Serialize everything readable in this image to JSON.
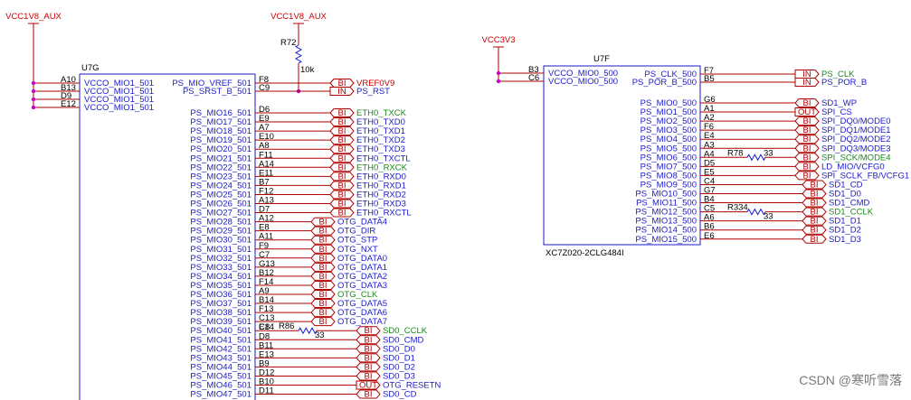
{
  "watermark": "CSDN @寒听雪落",
  "left_part": {
    "ref": "U7G",
    "power_pins": [
      {
        "pin": "A10",
        "name": "VCCO_MIO1_501"
      },
      {
        "pin": "B13",
        "name": "VCCO_MIO1_501"
      },
      {
        "pin": "D9",
        "name": "VCCO_MIO1_501"
      },
      {
        "pin": "E12",
        "name": "VCCO_MIO1_501"
      }
    ],
    "power_net_1": "VCC1V8_AUX",
    "power_net_2": "VCC1V8_AUX",
    "resistor_ref": "R72",
    "resistor_val": "10k",
    "special_pins": [
      {
        "pin": "F8",
        "name": "PS_MIO_VREF_501",
        "dir": "BI",
        "net": "VREF0V9",
        "color": "red"
      },
      {
        "pin": "C9",
        "name": "PS_SRST_B_501",
        "dir": "IN",
        "net": "PS_RST",
        "color": "blue"
      }
    ],
    "io_pins": [
      {
        "pin": "D6",
        "name": "PS_MIO16_501",
        "dir": "BI",
        "net": "ETH0_TXCK",
        "color": "green"
      },
      {
        "pin": "E9",
        "name": "PS_MIO17_501",
        "dir": "BI",
        "net": "ETH0_TXD0",
        "color": "blue"
      },
      {
        "pin": "A7",
        "name": "PS_MIO18_501",
        "dir": "BI",
        "net": "ETH0_TXD1",
        "color": "blue"
      },
      {
        "pin": "E10",
        "name": "PS_MIO19_501",
        "dir": "BI",
        "net": "ETH0_TXD2",
        "color": "blue"
      },
      {
        "pin": "A8",
        "name": "PS_MIO20_501",
        "dir": "BI",
        "net": "ETH0_TXD3",
        "color": "blue"
      },
      {
        "pin": "F11",
        "name": "PS_MIO21_501",
        "dir": "BI",
        "net": "ETH0_TXCTL",
        "color": "blue"
      },
      {
        "pin": "A14",
        "name": "PS_MIO22_501",
        "dir": "BI",
        "net": "ETH0_RXCK",
        "color": "green"
      },
      {
        "pin": "E11",
        "name": "PS_MIO23_501",
        "dir": "BI",
        "net": "ETH0_RXD0",
        "color": "blue"
      },
      {
        "pin": "B7",
        "name": "PS_MIO24_501",
        "dir": "BI",
        "net": "ETH0_RXD1",
        "color": "blue"
      },
      {
        "pin": "F12",
        "name": "PS_MIO25_501",
        "dir": "BI",
        "net": "ETH0_RXD2",
        "color": "blue"
      },
      {
        "pin": "A13",
        "name": "PS_MIO26_501",
        "dir": "BI",
        "net": "ETH0_RXD3",
        "color": "blue"
      },
      {
        "pin": "D7",
        "name": "PS_MIO27_501",
        "dir": "BI",
        "net": "ETH0_RXCTL",
        "color": "blue"
      },
      {
        "pin": "A12",
        "name": "PS_MIO28_501",
        "dir": "BI",
        "net": "OTG_DATA4",
        "color": "blue"
      },
      {
        "pin": "E8",
        "name": "PS_MIO29_501",
        "dir": "BI",
        "net": "OTG_DIR",
        "color": "blue"
      },
      {
        "pin": "A11",
        "name": "PS_MIO30_501",
        "dir": "BI",
        "net": "OTG_STP",
        "color": "blue"
      },
      {
        "pin": "F9",
        "name": "PS_MIO31_501",
        "dir": "BI",
        "net": "OTG_NXT",
        "color": "blue"
      },
      {
        "pin": "C7",
        "name": "PS_MIO32_501",
        "dir": "BI",
        "net": "OTG_DATA0",
        "color": "blue"
      },
      {
        "pin": "G13",
        "name": "PS_MIO33_501",
        "dir": "BI",
        "net": "OTG_DATA1",
        "color": "blue"
      },
      {
        "pin": "B12",
        "name": "PS_MIO34_501",
        "dir": "BI",
        "net": "OTG_DATA2",
        "color": "blue"
      },
      {
        "pin": "F14",
        "name": "PS_MIO35_501",
        "dir": "BI",
        "net": "OTG_DATA3",
        "color": "blue"
      },
      {
        "pin": "A9",
        "name": "PS_MIO36_501",
        "dir": "BI",
        "net": "OTG_CLK",
        "color": "green"
      },
      {
        "pin": "B14",
        "name": "PS_MIO37_501",
        "dir": "BI",
        "net": "OTG_DATA5",
        "color": "blue"
      },
      {
        "pin": "F13",
        "name": "PS_MIO38_501",
        "dir": "BI",
        "net": "OTG_DATA6",
        "color": "blue"
      },
      {
        "pin": "C13",
        "name": "PS_MIO39_501",
        "dir": "BI",
        "net": "OTG_DATA7",
        "color": "blue"
      },
      {
        "pin": "C8",
        "name": "PS_MIO40_501",
        "dir": "BI",
        "net": "SD0_CCLK",
        "color": "green",
        "res": {
          "ref": "R86",
          "val": "33"
        }
      },
      {
        "pin": "D8",
        "name": "PS_MIO41_501",
        "dir": "BI",
        "net": "SD0_CMD",
        "color": "blue"
      },
      {
        "pin": "B11",
        "name": "PS_MIO42_501",
        "dir": "BI",
        "net": "SD0_D0",
        "color": "blue"
      },
      {
        "pin": "E13",
        "name": "PS_MIO43_501",
        "dir": "BI",
        "net": "SD0_D1",
        "color": "blue"
      },
      {
        "pin": "B9",
        "name": "PS_MIO44_501",
        "dir": "BI",
        "net": "SD0_D2",
        "color": "blue"
      },
      {
        "pin": "D12",
        "name": "PS_MIO45_501",
        "dir": "BI",
        "net": "SD0_D3",
        "color": "blue"
      },
      {
        "pin": "B10",
        "name": "PS_MIO46_501",
        "dir": "OUT",
        "net": "OTG_RESETN",
        "color": "blue"
      },
      {
        "pin": "D11",
        "name": "PS_MIO47_501",
        "dir": "BI",
        "net": "SD0_CD",
        "color": "blue"
      }
    ],
    "pad_pin_label": "E14"
  },
  "right_part": {
    "ref": "U7F",
    "part_number": "XC7Z020-2CLG484I",
    "power_net": "VCC3V3",
    "power_pins": [
      {
        "pin": "B3",
        "name": "VCCO_MIO0_500"
      },
      {
        "pin": "C6",
        "name": "VCCO_MIO0_500"
      }
    ],
    "special_pins": [
      {
        "pin": "F7",
        "name": "PS_CLK_500",
        "dir": "IN",
        "net": "PS_CLK",
        "color": "green"
      },
      {
        "pin": "B5",
        "name": "PS_POR_B_500",
        "dir": "IN",
        "net": "PS_POR_B",
        "color": "blue"
      }
    ],
    "io_pins": [
      {
        "pin": "G6",
        "name": "PS_MIO0_500",
        "dir": "BI",
        "net": "SD1_WP",
        "color": "blue"
      },
      {
        "pin": "A1",
        "name": "PS_MIO1_500",
        "dir": "OUT",
        "net": "SPI_CS",
        "color": "blue"
      },
      {
        "pin": "A2",
        "name": "PS_MIO2_500",
        "dir": "BI",
        "net": "SPI_DQ0/MODE0",
        "color": "blue"
      },
      {
        "pin": "F6",
        "name": "PS_MIO3_500",
        "dir": "BI",
        "net": "SPI_DQ1/MODE1",
        "color": "blue"
      },
      {
        "pin": "E4",
        "name": "PS_MIO4_500",
        "dir": "BI",
        "net": "SPI_DQ2/MODE2",
        "color": "blue"
      },
      {
        "pin": "A3",
        "name": "PS_MIO5_500",
        "dir": "BI",
        "net": "SPI_DQ3/MODE3",
        "color": "blue"
      },
      {
        "pin": "A4",
        "name": "PS_MIO6_500",
        "dir": "BI",
        "net": "SPI_SCK/MODE4",
        "color": "green",
        "res": {
          "ref": "R78",
          "val": "33"
        }
      },
      {
        "pin": "D5",
        "name": "PS_MIO7_500",
        "dir": "BI",
        "net": "LD_MIO/VCFG0",
        "color": "blue"
      },
      {
        "pin": "E5",
        "name": "PS_MIO8_500",
        "dir": "BI",
        "net": "SPI_SCLK_FB/VCFG1",
        "color": "blue"
      },
      {
        "pin": "C4",
        "name": "PS_MIO9_500",
        "dir": "BI",
        "net": "SD1_CD",
        "color": "blue"
      },
      {
        "pin": "G7",
        "name": "PS_MIO10_500",
        "dir": "BI",
        "net": "SD1_D0",
        "color": "blue"
      },
      {
        "pin": "B4",
        "name": "PS_MIO11_500",
        "dir": "BI",
        "net": "SD1_CMD",
        "color": "blue"
      },
      {
        "pin": "C5",
        "name": "PS_MIO12_500",
        "dir": "BI",
        "net": "SD1_CCLK",
        "color": "green",
        "res": {
          "ref": "R334",
          "val": "33"
        }
      },
      {
        "pin": "A6",
        "name": "PS_MIO13_500",
        "dir": "BI",
        "net": "SD1_D1",
        "color": "blue"
      },
      {
        "pin": "B6",
        "name": "PS_MIO14_500",
        "dir": "BI",
        "net": "SD1_D2",
        "color": "blue"
      },
      {
        "pin": "E6",
        "name": "PS_MIO15_500",
        "dir": "BI",
        "net": "SD1_D3",
        "color": "blue"
      }
    ]
  },
  "colors": {
    "wire": "#b00000",
    "pin_name": "#1a1acc",
    "net_blue": "#1a1acc",
    "net_green": "#1a8a1a",
    "net_power": "#cc0000",
    "junction": "#cc00cc",
    "symbol_outline": "#1a1acc"
  }
}
